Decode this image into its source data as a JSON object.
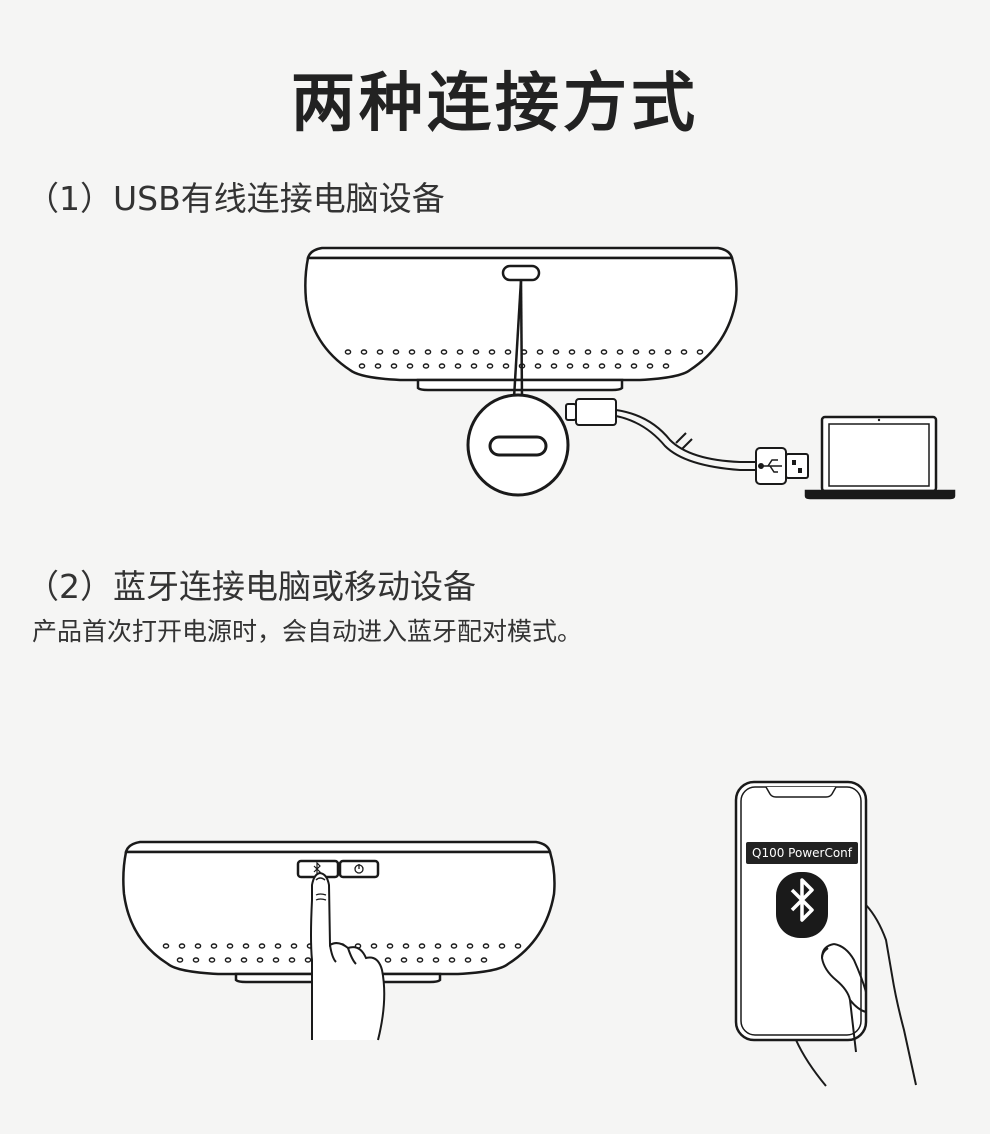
{
  "page": {
    "title": "两种连接方式",
    "section1": {
      "heading": "（1）USB有线连接电脑设备"
    },
    "section2": {
      "heading": "（2）蓝牙连接电脑或移动设备",
      "description": "产品首次打开电源时，会自动进入蓝牙配对模式。"
    },
    "phone": {
      "device_label": "Q100 PowerConf"
    }
  },
  "icons": [
    "usb-c-port-icon",
    "usb-cable-icon",
    "laptop-icon",
    "bluetooth-button-icon",
    "power-button-icon",
    "finger-icon",
    "smartphone-icon",
    "bluetooth-icon",
    "hand-icon"
  ]
}
